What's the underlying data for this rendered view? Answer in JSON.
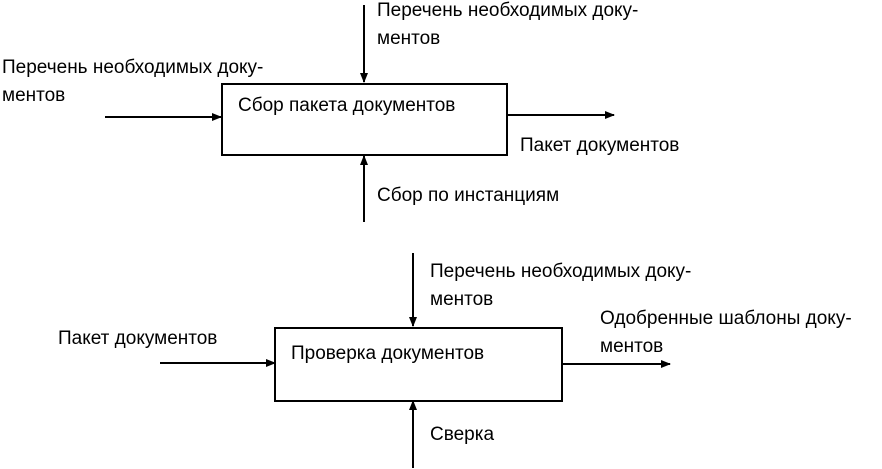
{
  "colors": {
    "line": "#000000",
    "background": "#ffffff"
  },
  "block1": {
    "title": "Сбор пакета документов",
    "control": [
      "Перечень необходимых доку-",
      "ментов"
    ],
    "input": [
      "Перечень необходимых доку-",
      "ментов"
    ],
    "output": [
      "Пакет документов"
    ],
    "mechanism": [
      "Сбор по инстанциям"
    ]
  },
  "block2": {
    "title": "Проверка документов",
    "control": [
      "Перечень необходимых доку-",
      "ментов"
    ],
    "input": [
      "Пакет документов"
    ],
    "output": [
      "Одобренные шаблоны доку-",
      "ментов"
    ],
    "mechanism": [
      "Сверка"
    ]
  }
}
